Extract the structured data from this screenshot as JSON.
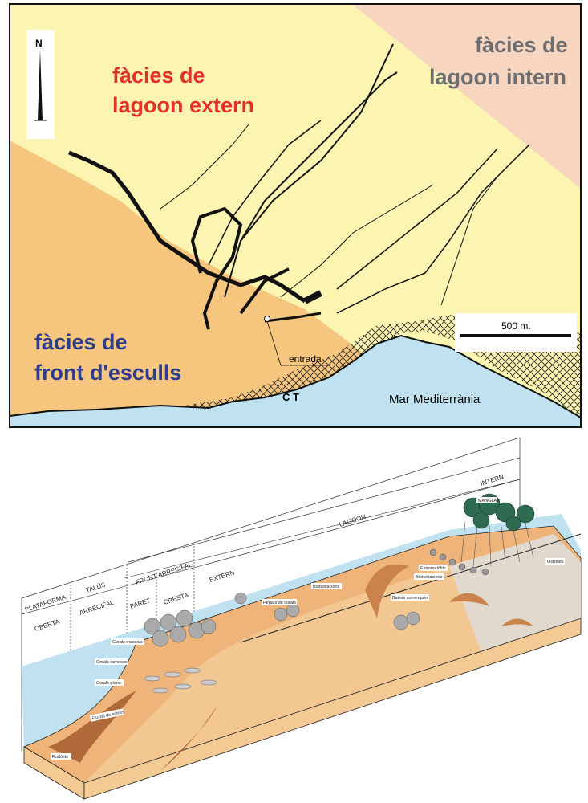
{
  "map": {
    "zones": {
      "lagoon_extern": [
        "fàcies de",
        "lagoon extern"
      ],
      "lagoon_intern": [
        "fàcies de",
        "lagoon intern"
      ],
      "front_esculls": [
        "fàcies de",
        "front d'esculls"
      ]
    },
    "north_label": "N",
    "scale_label": "500 m.",
    "entrance_label": "entrada",
    "ct_label": "C T",
    "sea_label": "Mar Mediterrània",
    "colors": {
      "lagoon_extern": "#fbf5b1",
      "lagoon_intern": "#f8d5bf",
      "front": "#f6c57e",
      "sea": "#bfe1f0",
      "red": "#e2312b",
      "grey": "#6d6e70",
      "blue": "#2e3c8c"
    }
  },
  "block": {
    "headers": {
      "plataforma": [
        "PLATAFORMA",
        "OBERTA"
      ],
      "talus": [
        "TALÚS",
        "ARRECIFAL"
      ],
      "front": "FRONT ARRECIFAL",
      "paret": "PARET",
      "cresta": "CRESTA",
      "lagoon": "LAGOON",
      "extern": "EXTERN",
      "intern": "INTERN"
    },
    "labels": {
      "manglar": "MANGLAR",
      "ostreids": "Ostreids",
      "estromatolits": "Estromatòlits",
      "bioturbacions_1": "Bioturbacions",
      "bioturbacions_2": "Bioturbacions",
      "barres": "Barres sorrenques",
      "pegats": "Pegats de corals",
      "corals_massius": "Corals massius",
      "corals_ramosos": "Corals ramosos",
      "corals_plans": "Corals plans",
      "fluxos": "Fluxos de sorres",
      "rodolits": "Rodòlits"
    }
  }
}
